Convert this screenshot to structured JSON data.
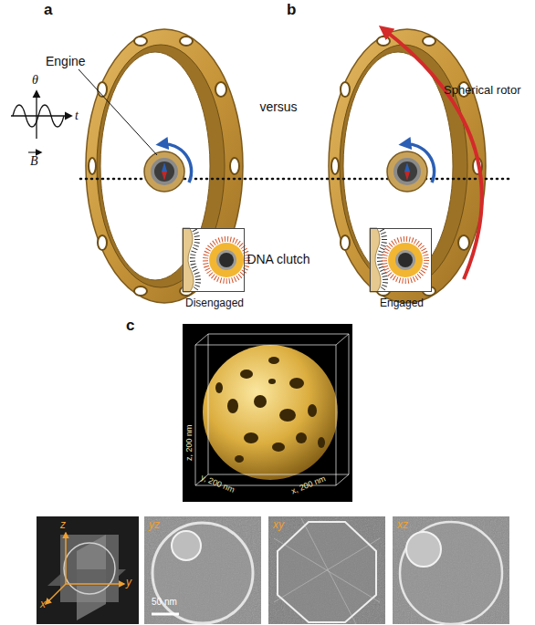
{
  "diagram": {
    "nodes": [
      {
        "text": [
          "Disengaged"
        ]
      },
      {
        "text": [
          "Engaged"
        ]
      },
      {
        "text": [
          "z, 200 nm",
          "y, 200 nm",
          "x, 200 nm"
        ]
      },
      {
        "text": [
          "z",
          "x",
          "y"
        ]
      },
      {
        "text": [
          "yz",
          "50 nm"
        ]
      },
      {
        "text": [
          "xy"
        ]
      },
      {
        "text": [
          "xz"
        ]
      }
    ],
    "labels": [
      "a",
      "Engine",
      "θ",
      "t",
      "B",
      "versus",
      "b",
      "Spherical rotor",
      "DNA clutch",
      "c"
    ]
  }
}
